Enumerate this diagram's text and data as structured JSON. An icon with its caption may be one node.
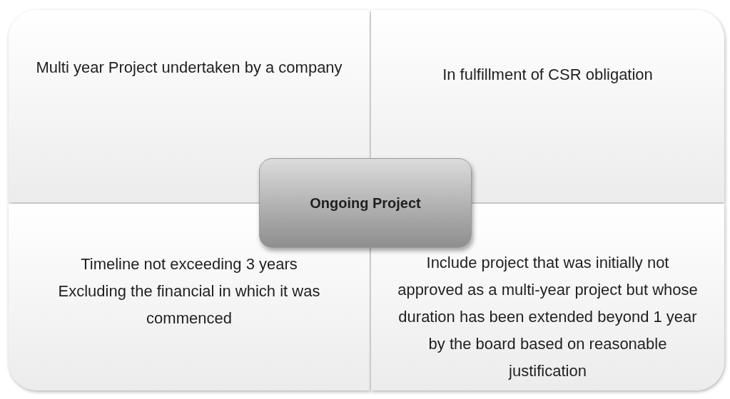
{
  "diagram": {
    "nodes": [
      {
        "text": [
          "Multi year Project undertaken by a company"
        ]
      },
      {
        "text": [
          "In fulfillment of CSR obligation"
        ]
      },
      {
        "text": [
          "Ongoing Project"
        ]
      },
      {
        "text": [
          "Timeline not exceeding 3 years",
          "Excluding the financial in which it was commenced"
        ]
      },
      {
        "text": [
          "Include project that was initially not approved as a multi-year project but whose duration has been extended beyond 1 year by the board based on reasonable justification"
        ]
      }
    ]
  }
}
